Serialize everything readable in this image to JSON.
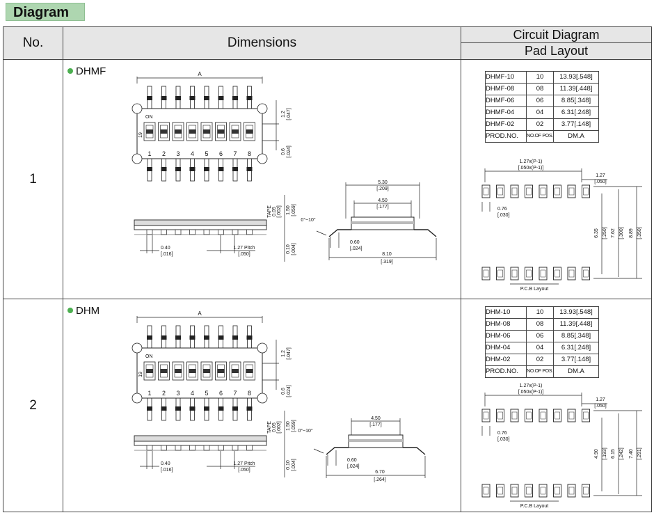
{
  "badge": "Diagram",
  "headers": {
    "no": "No.",
    "dimensions": "Dimensions",
    "circuit": "Circuit Diagram",
    "pad": "Pad Layout"
  },
  "rows": [
    {
      "no": "1",
      "model": "DHMF",
      "spec": [
        [
          "DHMF-10",
          "10",
          "13.93[.548]"
        ],
        [
          "DHMF-08",
          "08",
          "11.39[.448]"
        ],
        [
          "DHMF-06",
          "06",
          "8.85[.348]"
        ],
        [
          "DHMF-04",
          "04",
          "6.31[.248]"
        ],
        [
          "DHMF-02",
          "02",
          "3.77[.148]"
        ],
        [
          "PROD.NO.",
          "NO.OF POS.",
          "DM.A"
        ]
      ],
      "dims": {
        "a": "A",
        "on": "ON",
        "nineteen": "19",
        "positions": [
          "1",
          "2",
          "3",
          "4",
          "5",
          "6",
          "7",
          "8"
        ],
        "d12": "1.2",
        "d12i": "[.047]",
        "d06": "0.6",
        "d06i": "[.024]",
        "tape": "TAPE",
        "d005": "0.05",
        "d005i": "[.002]",
        "d150": "1.50",
        "d150i": "[.059]",
        "d040": "0.40",
        "d040i": "[.016]",
        "pitch": "1.27 Pitch",
        "pitchi": "[.050]",
        "d010": "0.10",
        "d010i": "[.004]",
        "angle": "0°~10°",
        "w1": "5.30",
        "w1i": "[.209]",
        "w2": "4.50",
        "w2i": "[.177]",
        "d060": "0.60",
        "d060i": "[.024]",
        "w3": "8.10",
        "w3i": "[.319]"
      },
      "pad": {
        "pitch": "1.27x(P-1)",
        "pitchi": "[.050x(P-1)]",
        "d127": "1.27",
        "d127i": "[.050]",
        "d076": "0.76",
        "d076i": "[.030]",
        "h1": "6.35",
        "h1i": "[.250]",
        "h2": "7.62",
        "h2i": "[.300]",
        "h3": "8.89",
        "h3i": "[.350]",
        "pcb": "P.C.B Layout"
      }
    },
    {
      "no": "2",
      "model": "DHM",
      "spec": [
        [
          "DHM-10",
          "10",
          "13.93[.548]"
        ],
        [
          "DHM-08",
          "08",
          "11.39[.448]"
        ],
        [
          "DHM-06",
          "06",
          "8.85[.348]"
        ],
        [
          "DHM-04",
          "04",
          "6.31[.248]"
        ],
        [
          "DHM-02",
          "02",
          "3.77[.148]"
        ],
        [
          "PROD.NO.",
          "NO.OF POS.",
          "DM.A"
        ]
      ],
      "dims": {
        "a": "A",
        "on": "ON",
        "nineteen": "19",
        "positions": [
          "1",
          "2",
          "3",
          "4",
          "5",
          "6",
          "7",
          "8"
        ],
        "d12": "1.2",
        "d12i": "[.047]",
        "d06": "0.6",
        "d06i": "[.024]",
        "tape": "TAPE",
        "d005": "0.05",
        "d005i": "[.002]",
        "d150": "1.50",
        "d150i": "[.059]",
        "d040": "0.40",
        "d040i": "[.016]",
        "pitch": "1.27 Pitch",
        "pitchi": "[.050]",
        "d010": "0.10",
        "d010i": "[.004]",
        "angle": "0°~10°",
        "w2": "4.50",
        "w2i": "[.177]",
        "d060": "0.60",
        "d060i": "[.024]",
        "w3": "6.70",
        "w3i": "[.264]"
      },
      "pad": {
        "pitch": "1.27x(P-1)",
        "pitchi": "[.050x(P-1)]",
        "d127": "1.27",
        "d127i": "[.050]",
        "d076": "0.76",
        "d076i": "[.030]",
        "h1": "4.90",
        "h1i": "[.193]",
        "h2": "6.15",
        "h2i": "[.242]",
        "h3": "7.40",
        "h3i": "[.291]",
        "pcb": "P.C.B Layout"
      }
    }
  ]
}
